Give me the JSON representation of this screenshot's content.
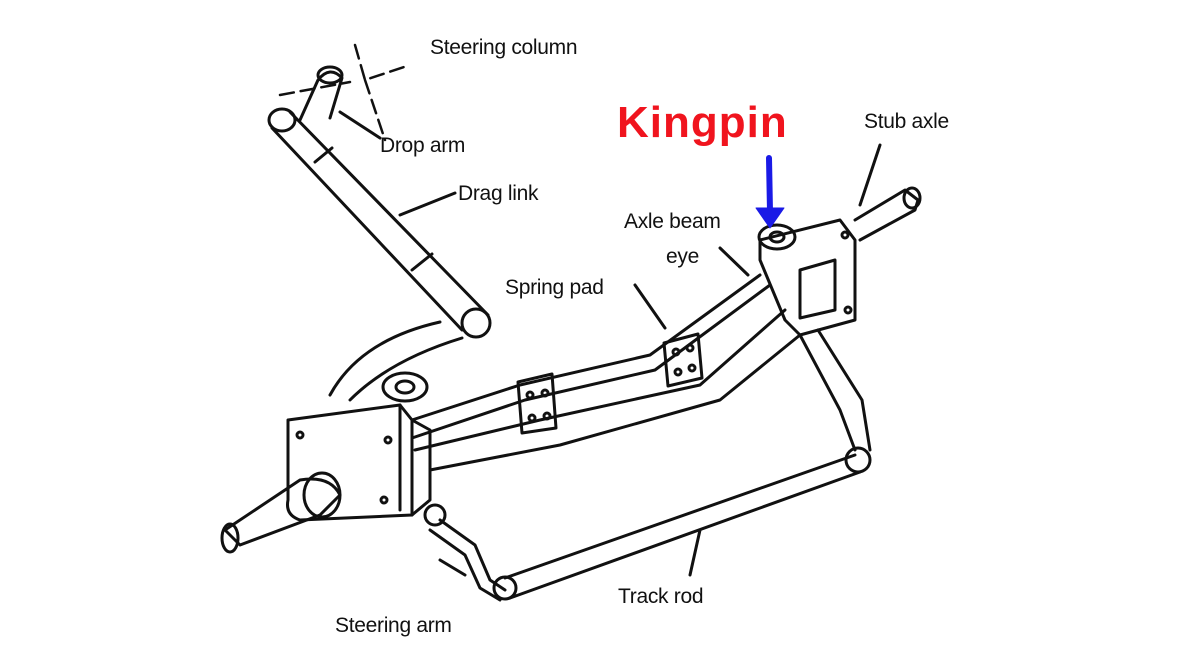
{
  "labels": {
    "steering_column": "Steering column",
    "drop_arm": "Drop arm",
    "drag_link": "Drag link",
    "kingpin": "Kingpin",
    "stub_axle": "Stub axle",
    "axle_beam_eye_1": "Axle beam",
    "axle_beam_eye_2": "eye",
    "spring_pad": "Spring pad",
    "track_rod": "Track rod",
    "steering_arm": "Steering arm"
  },
  "colors": {
    "kingpin_text": "#f0141e",
    "kingpin_arrow": "#1a1ae6",
    "line": "#111111"
  }
}
